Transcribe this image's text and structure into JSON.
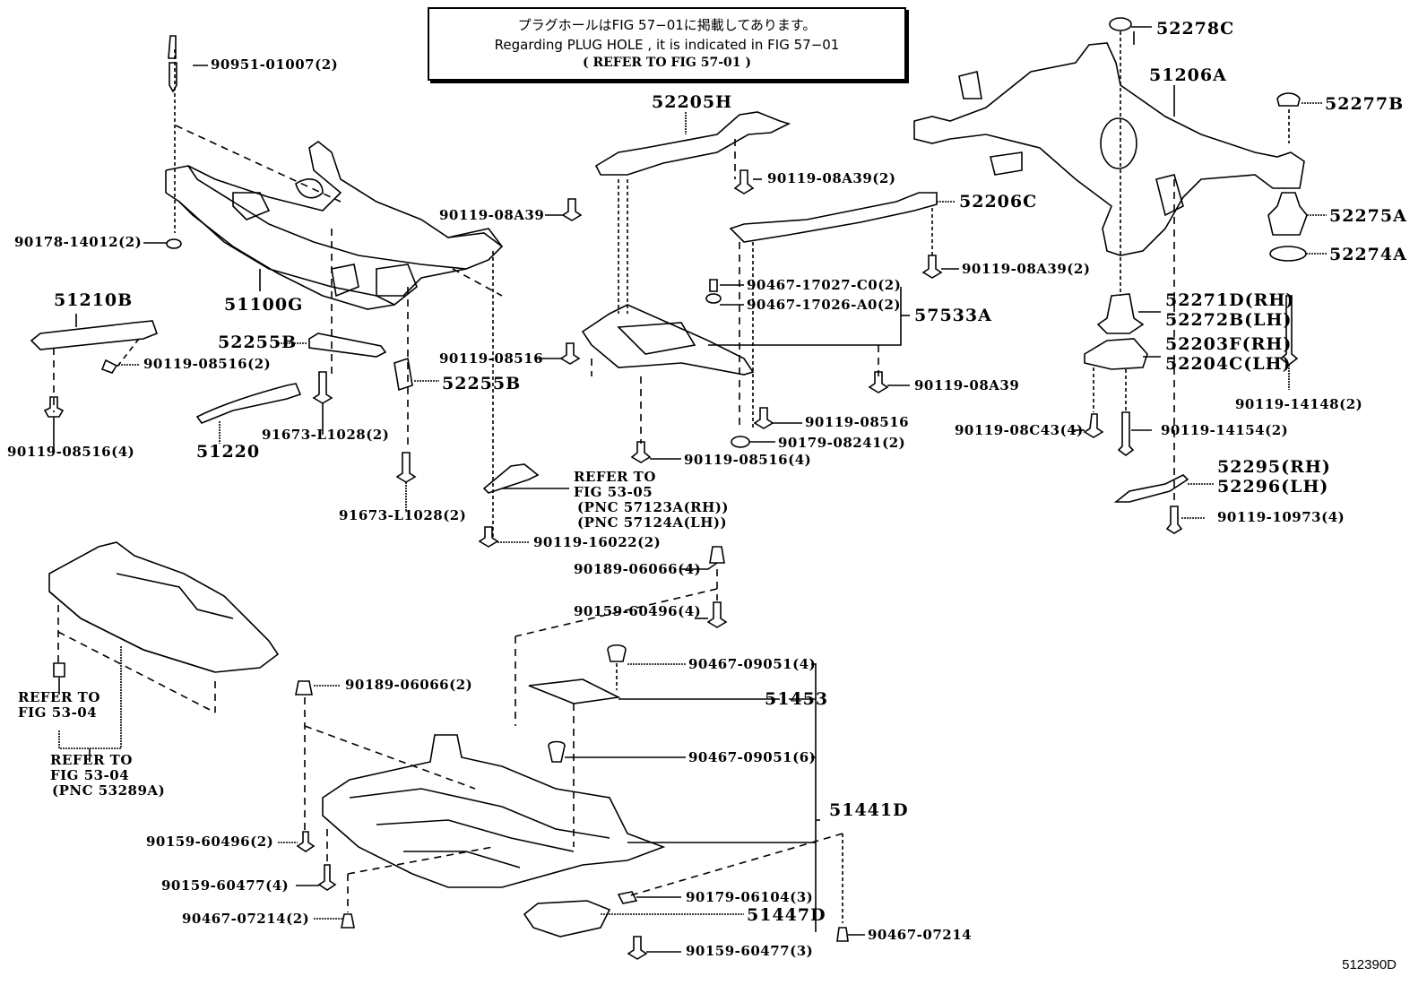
{
  "notice": {
    "line_jp": "プラグホールはFIG 57−01に掲載してあります。",
    "line_en": "Regarding  PLUG HOLE , it is  indicated  in  FIG 57−01",
    "line_ref": "( REFER TO FIG 57-01  )"
  },
  "figure_code": "512390D",
  "parts": {
    "p90951_01007": "90951-01007(2)",
    "p90178_14012": "90178-14012(2)",
    "p51100G": "51100G",
    "p51210B": "51210B",
    "p90119_08516_2": "90119-08516(2)",
    "p90119_08516_4a": "90119-08516(4)",
    "p52255B_a": "52255B",
    "p52255B_b": "52255B",
    "p51220": "51220",
    "p91673_L1028_a": "91673-L1028(2)",
    "p91673_L1028_b": "91673-L1028(2)",
    "p52205H": "52205H",
    "p90119_08A39_2a": "90119-08A39(2)",
    "p90119_08A39_a": "90119-08A39",
    "p52206C": "52206C",
    "p90467_17027": "90467-17027-C0(2)",
    "p90467_17026": "90467-17026-A0(2)",
    "p57533A": "57533A",
    "p90119_08A39_2b": "90119-08A39(2)",
    "p90119_08516_a": "90119-08516",
    "p90119_08A39_b": "90119-08A39",
    "p90119_08516_b": "90119-08516",
    "p90179_08241": "90179-08241(2)",
    "p90119_08516_4b": "90119-08516(4)",
    "ref_53_05": [
      "REFER TO",
      "FIG 53-05",
      "(PNC 57123A(RH))",
      "(PNC 57124A(LH))"
    ],
    "p90119_16022": "90119-16022(2)",
    "p52278C": "52278C",
    "p51206A": "51206A",
    "p52277B": "52277B",
    "p52275A": "52275A",
    "p52274A": "52274A",
    "p52271D": "52271D(RH)",
    "p52272B": "52272B(LH)",
    "p52203F": "52203F(RH)",
    "p52204C": "52204C(LH)",
    "p90119_14148": "90119-14148(2)",
    "p90119_08C43": "90119-08C43(4)",
    "p90119_14154": "90119-14154(2)",
    "p52295": "52295(RH)",
    "p52296": "52296(LH)",
    "p90119_10973": "90119-10973(4)",
    "p90189_06066_4": "90189-06066(4)",
    "p90159_60496_4": "90159-60496(4)",
    "ref_53_04_a": [
      "REFER TO",
      "FIG 53-04"
    ],
    "ref_53_04_b": [
      "REFER TO",
      "FIG 53-04",
      "(PNC 53289A)"
    ],
    "p90189_06066_2": "90189-06066(2)",
    "p90467_09051_4": "90467-09051(4)",
    "p51453": "51453",
    "p90467_09051_6": "90467-09051(6)",
    "p51441D": "51441D",
    "p90159_60496_2": "90159-60496(2)",
    "p90159_60477_4": "90159-60477(4)",
    "p90467_07214_2": "90467-07214(2)",
    "p90179_06104": "90179-06104(3)",
    "p51447D": "51447D",
    "p90159_60477_3": "90159-60477(3)",
    "p90467_07214": "90467-07214"
  }
}
